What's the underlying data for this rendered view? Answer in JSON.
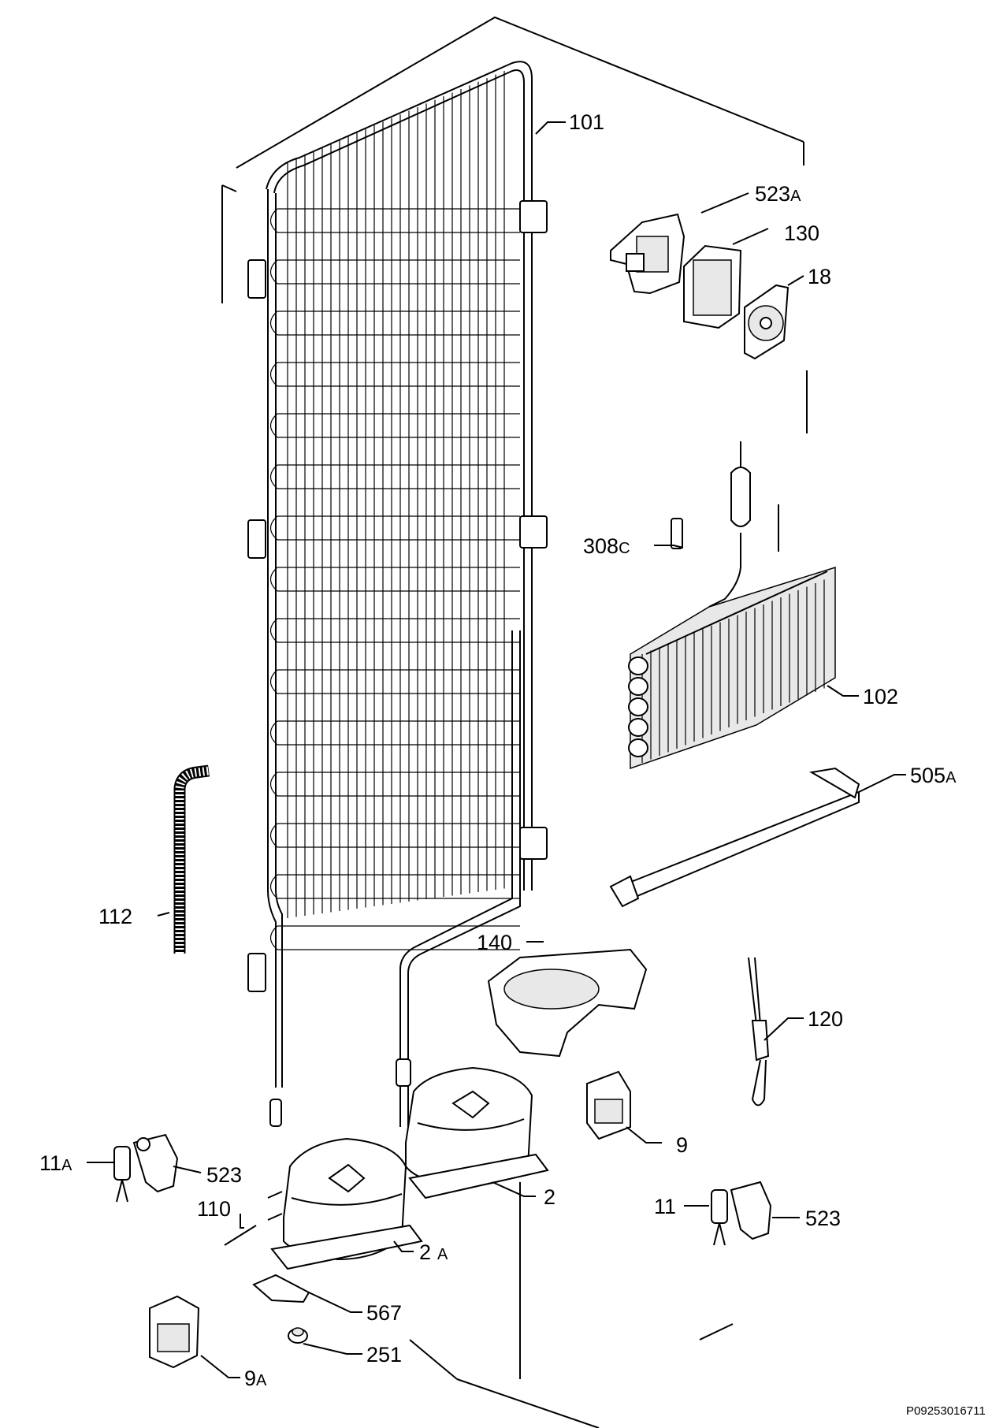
{
  "drawing_ref": "P09253016711",
  "labels": {
    "l101": "101",
    "l523a": "523",
    "l523a_suffix": "A",
    "l130": "130",
    "l18": "18",
    "l308c": "308",
    "l308c_suffix": "C",
    "l102": "102",
    "l505a": "505",
    "l505a_suffix": "A",
    "l112": "112",
    "l140": "140",
    "l120": "120",
    "l9": "9",
    "l11a": "11",
    "l11a_suffix": "A",
    "l523_left": "523",
    "l2": "2",
    "l110": "110",
    "l2a": "2",
    "l2a_suffix": "A",
    "l11": "11",
    "l523_right": "523",
    "l567": "567",
    "l251": "251",
    "l9a": "9",
    "l9a_suffix": "A"
  }
}
